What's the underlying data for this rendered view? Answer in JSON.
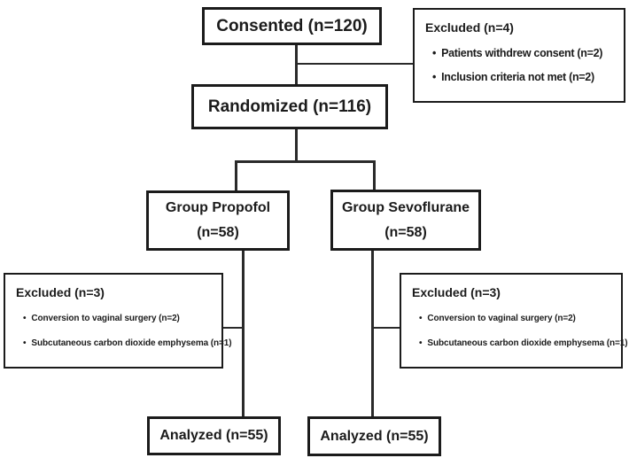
{
  "diagram": {
    "type": "consort-flow",
    "bullet_glyph": "•",
    "colors": {
      "ink": "#1b1b1b",
      "line": "#2a2a2a",
      "background": "#ffffff"
    },
    "boxes": {
      "consented": {
        "label": "Consented (n=120)"
      },
      "excluded_top": {
        "title": "Excluded (n=4)",
        "items": [
          "Patients withdrew consent (n=2)",
          "Inclusion criteria not met (n=2)"
        ]
      },
      "randomized": {
        "label": "Randomized (n=116)"
      },
      "group_propofol": {
        "line1": "Group Propofol",
        "line2": "(n=58)"
      },
      "group_sevoflurane": {
        "line1": "Group Sevoflurane",
        "line2": "(n=58)"
      },
      "excluded_left": {
        "title": "Excluded (n=3)",
        "items": [
          "Conversion to vaginal surgery (n=2)",
          "Subcutaneous carbon dioxide emphysema (n=1)"
        ]
      },
      "excluded_right": {
        "title": "Excluded (n=3)",
        "items": [
          "Conversion to vaginal surgery (n=2)",
          "Subcutaneous carbon dioxide emphysema (n=1)"
        ]
      },
      "analyzed_left": {
        "label": "Analyzed (n=55)"
      },
      "analyzed_right": {
        "label": "Analyzed (n=55)"
      }
    }
  }
}
